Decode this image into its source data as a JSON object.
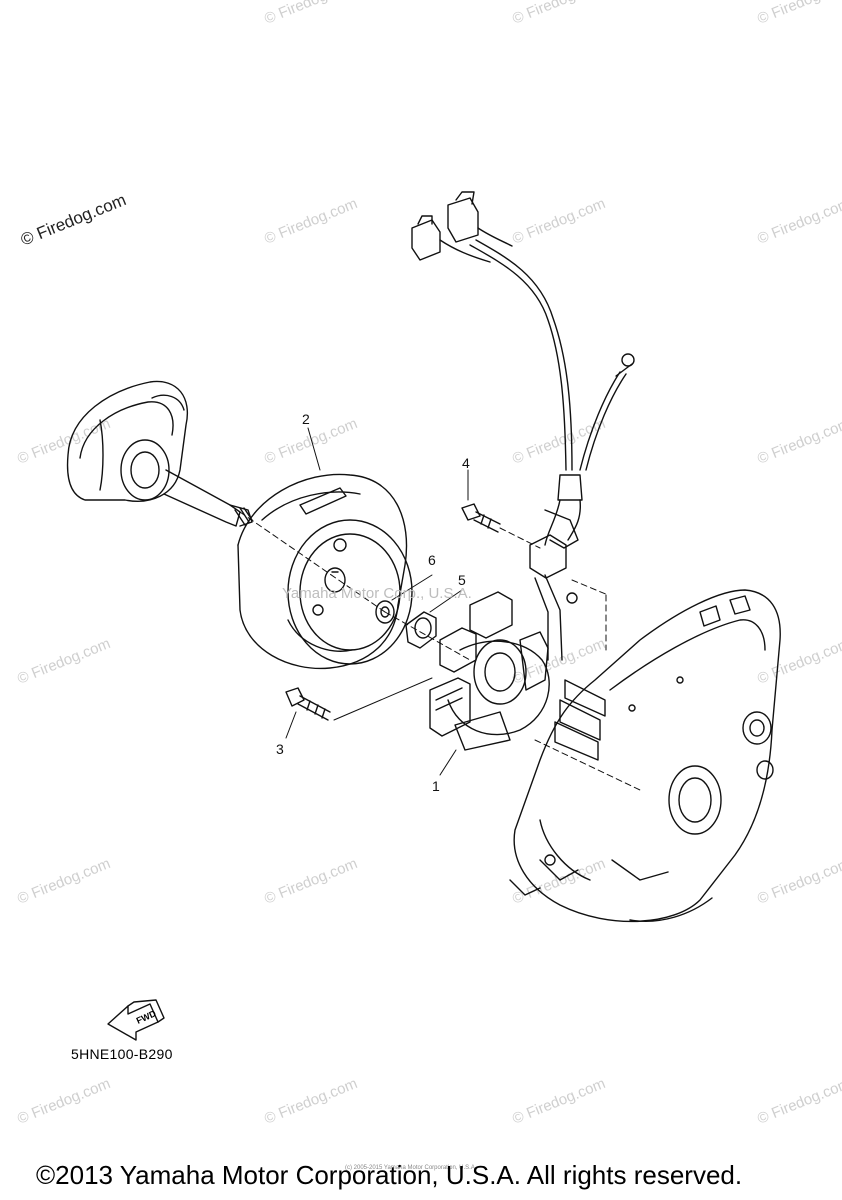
{
  "watermark": {
    "primary": "© Firedog.com",
    "repeat": "© Firedog.com",
    "center": "Yamaha Motor Corp., U.S.A."
  },
  "callouts": {
    "c1": "1",
    "c2": "2",
    "c3": "3",
    "c4": "4",
    "c5": "5",
    "c6": "6"
  },
  "fwd_label": "FWD",
  "diagram_code": "5HNE100-B290",
  "tiny_notice": "(c) 2005-2015 Yamaha Motor Corporation, U.S.A.",
  "copyright": "©2013 Yamaha Motor Corporation, U.S.A. All rights reserved."
}
